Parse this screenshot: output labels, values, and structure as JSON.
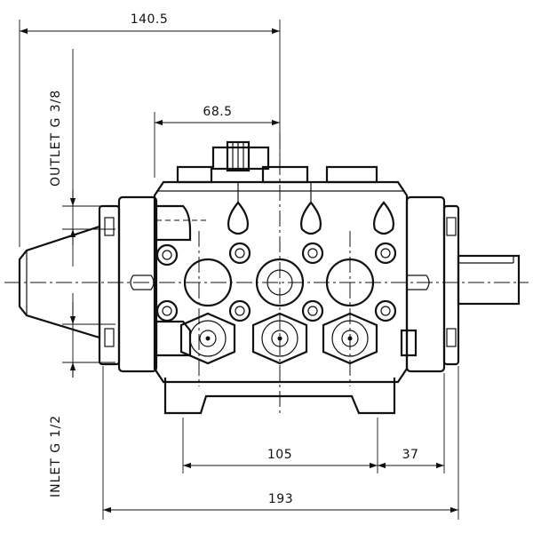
{
  "drawing": {
    "dimensions": {
      "overall_width_top": "140.5",
      "half_width": "68.5",
      "feet_spacing": "105",
      "shaft_offset": "37",
      "overall_width_bottom": "193"
    },
    "labels": {
      "outlet": "OUTLET G 3/8",
      "inlet": "INLET G 1/2"
    }
  }
}
